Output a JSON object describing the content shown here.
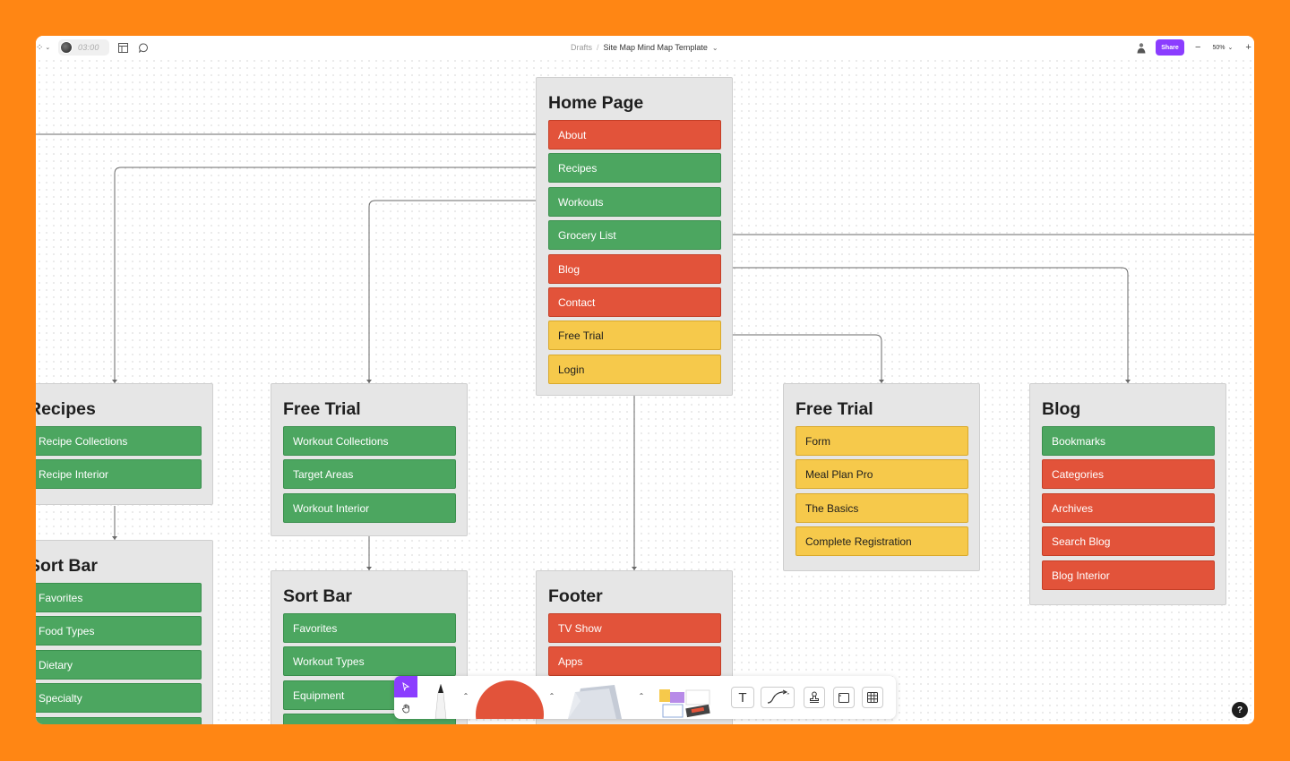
{
  "header": {
    "breadcrumb_parent": "Drafts",
    "breadcrumb_separator": "/",
    "file_title": "Site Map Mind Map Template",
    "timer": "03:00",
    "share_label": "Share",
    "zoom_level": "50%",
    "zoom_out": "−",
    "zoom_in": "+"
  },
  "colors": {
    "background": "#FF8614",
    "red": "#e2533a",
    "green": "#4ca660",
    "yellow": "#f6c94b",
    "accent": "#8b3dff"
  },
  "cards": {
    "home": {
      "title": "Home Page",
      "items": [
        "About",
        "Recipes",
        "Workouts",
        "Grocery List",
        "Blog",
        "Contact",
        "Free Trial",
        "Login"
      ]
    },
    "recipes": {
      "title": "Recipes",
      "items": [
        "Recipe Collections",
        "Recipe Interior"
      ]
    },
    "sort_left": {
      "title": "Sort Bar",
      "items": [
        "Favorites",
        "Food Types",
        "Dietary",
        "Specialty",
        ""
      ]
    },
    "free_trial_workouts": {
      "title": "Free Trial",
      "items": [
        "Workout Collections",
        "Target Areas",
        "Workout Interior"
      ]
    },
    "sort_mid": {
      "title": "Sort Bar",
      "items": [
        "Favorites",
        "Workout Types",
        "Equipment",
        ""
      ]
    },
    "footer": {
      "title": "Footer",
      "items": [
        "TV Show",
        "Apps",
        ""
      ]
    },
    "free_trial": {
      "title": "Free Trial",
      "items": [
        "Form",
        "Meal Plan Pro",
        "The Basics",
        "Complete Registration"
      ]
    },
    "blog": {
      "title": "Blog",
      "items": [
        "Bookmarks",
        "Categories",
        "Archives",
        "Search Blog",
        "Blog Interior"
      ]
    }
  },
  "toolbar": {
    "tools": [
      "cursor-icon",
      "hand-icon",
      "pen-icon",
      "shape-icon",
      "sticky-note-icon",
      "stamp-icon",
      "text-icon",
      "connector-icon",
      "section-icon",
      "table-icon"
    ],
    "text_glyph": "T",
    "help": "?"
  }
}
